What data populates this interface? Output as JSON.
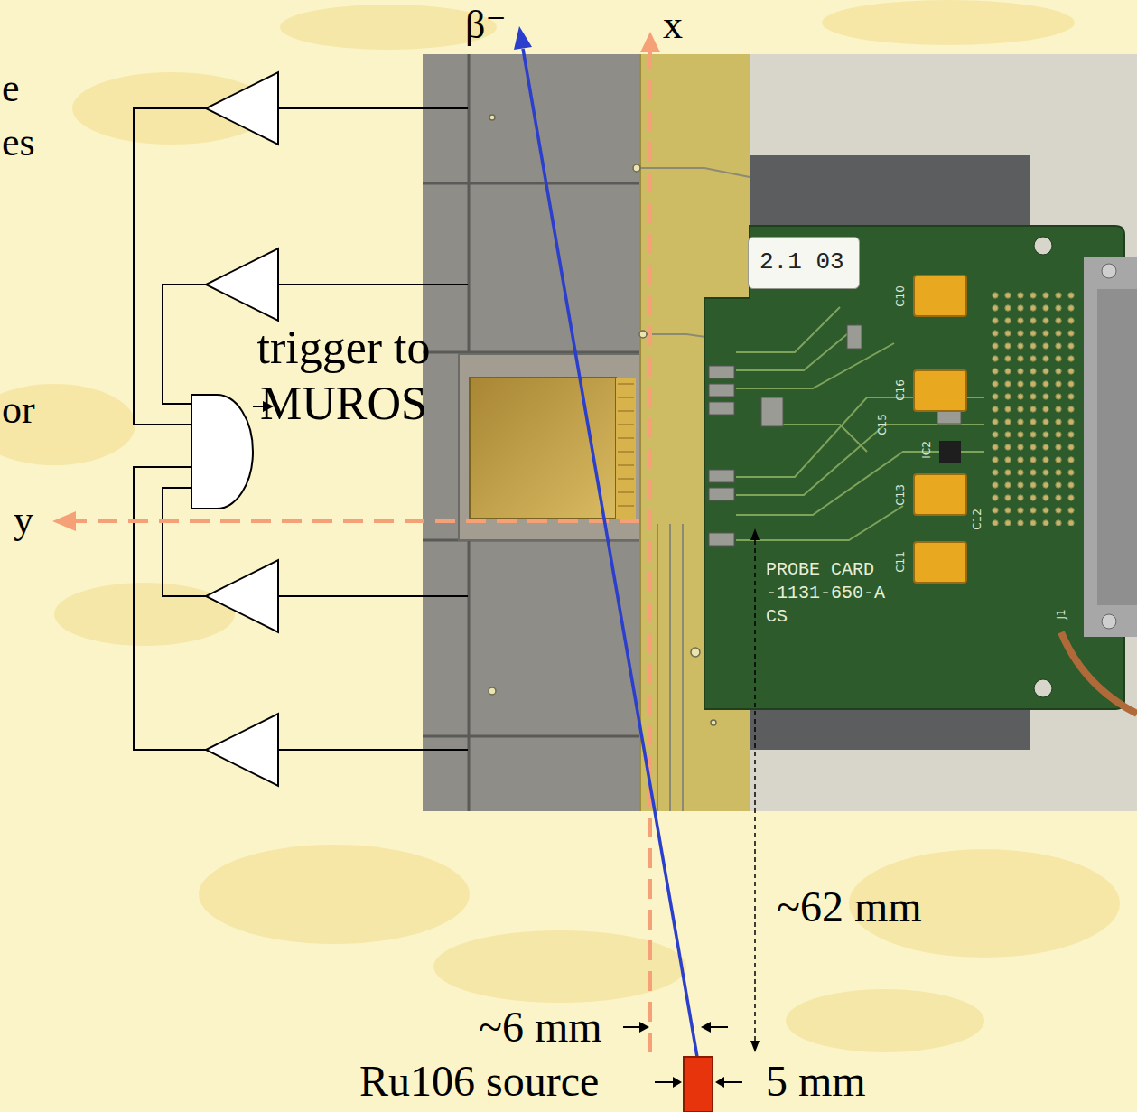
{
  "diagram": {
    "nodes": [
      {
        "text": [
          "PROBE CARD -1131-650-A CS"
        ]
      },
      {
        "text": [
          "2.1 03"
        ],
        "in": 0
      }
    ],
    "labels": [
      "e",
      "es",
      "or",
      "trigger to MUROS",
      "β⁻",
      "x",
      "y",
      "~62 mm",
      "~6 mm",
      "Ru106 source",
      "5 mm",
      "C10",
      "C16",
      "C15",
      "IC2",
      "C13",
      "C12",
      "C11",
      "J1"
    ]
  }
}
